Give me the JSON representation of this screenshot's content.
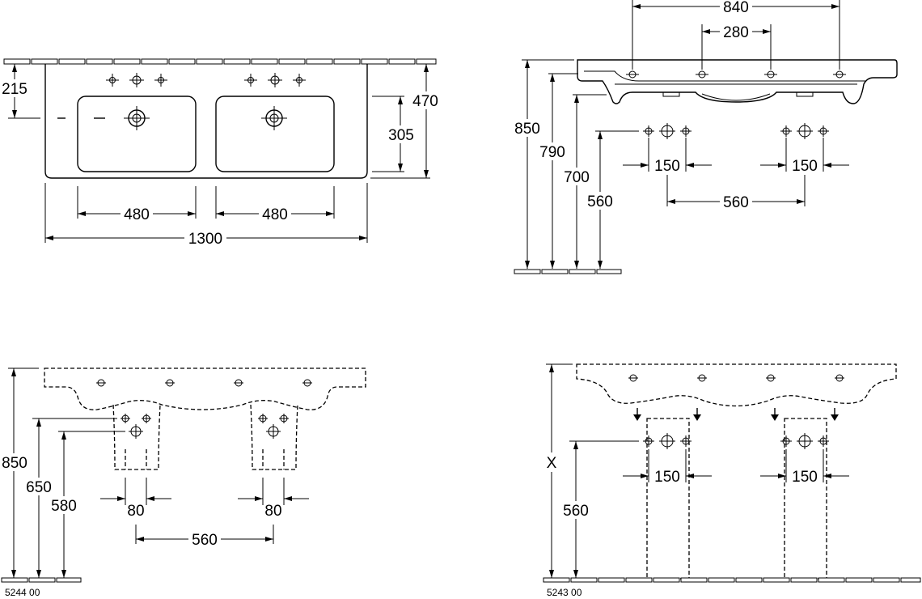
{
  "top_view": {
    "dim_215": "215",
    "dim_305": "305",
    "dim_470": "470",
    "dim_480_left": "480",
    "dim_480_right": "480",
    "dim_1300": "1300"
  },
  "side_view": {
    "dim_840": "840",
    "dim_280": "280",
    "dim_850": "850",
    "dim_790": "790",
    "dim_700": "700",
    "dim_560_height": "560",
    "dim_150_left": "150",
    "dim_150_right": "150",
    "dim_560_spacing": "560"
  },
  "front_view_5244": {
    "dim_850": "850",
    "dim_650": "650",
    "dim_580": "580",
    "dim_80_left": "80",
    "dim_80_right": "80",
    "dim_560": "560",
    "product_code": "5244 00"
  },
  "front_view_5243": {
    "dim_x": "X",
    "dim_560": "560",
    "dim_150_left": "150",
    "dim_150_right": "150",
    "product_code": "5243 00"
  }
}
